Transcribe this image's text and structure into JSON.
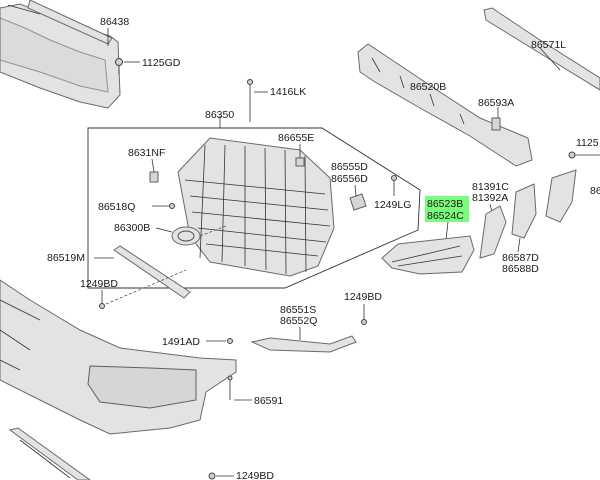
{
  "labels": {
    "p86438": "86438",
    "p1125GD": "1125GD",
    "p86571L": "86571L",
    "p86520B": "86520B",
    "p1416LK": "1416LK",
    "p86350": "86350",
    "p86593A": "86593A",
    "p1125_partial": "1125",
    "p8631NF": "8631NF",
    "p86655E": "86655E",
    "p86555D": "86555D",
    "p86556D": "86556D",
    "p81391C": "81391C",
    "p81392A": "81392A",
    "p86523B": "86523B",
    "p86524C": "86524C",
    "p86518Q": "86518Q",
    "p1249LG": "1249LG",
    "p86300B": "86300B",
    "p86519M": "86519M",
    "p86587D": "86587D",
    "p86588D": "86588D",
    "p1249BD_a": "1249BD",
    "p86551S": "86551S",
    "p86552Q": "86552Q",
    "p1249BD_b": "1249BD",
    "p1491AD": "1491AD",
    "p86591": "86591",
    "p1249BD_c": "1249BD",
    "p86_partial": "86"
  },
  "highlight_color": "#7CFC7C"
}
